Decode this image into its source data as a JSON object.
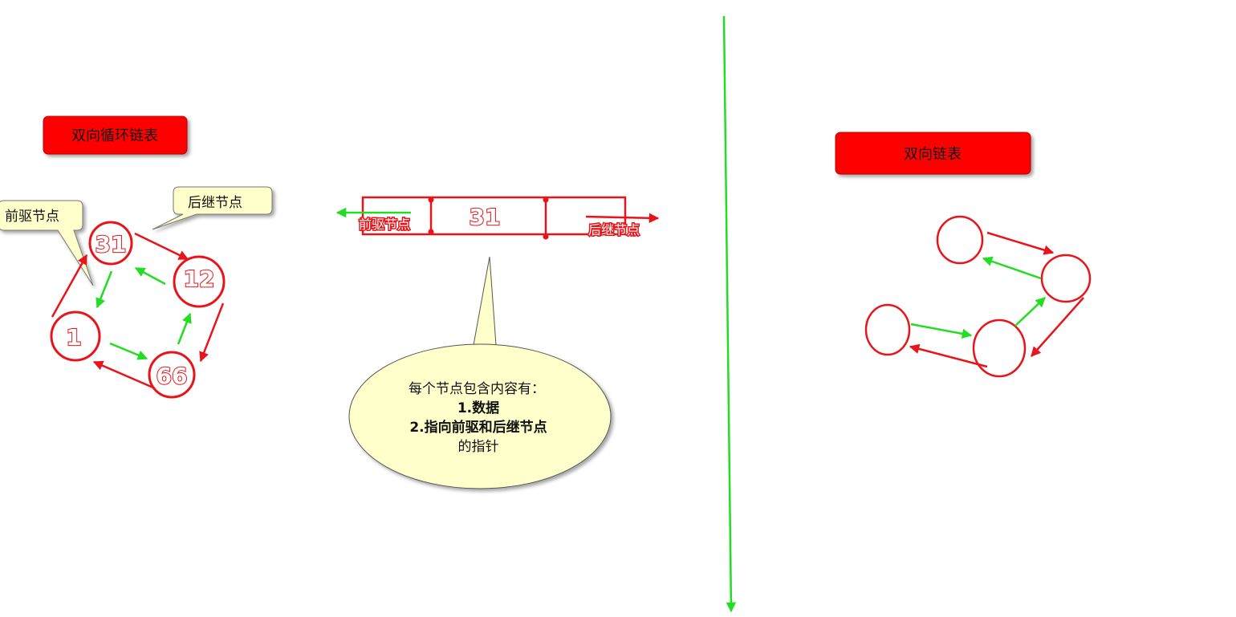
{
  "titles": {
    "circular": "双向循环链表",
    "linear": "双向链表"
  },
  "callouts": {
    "prev": "前驱节点",
    "next": "后继节点"
  },
  "circular_nodes": [
    "31",
    "12",
    "66",
    "1"
  ],
  "node_box": {
    "value": "31",
    "prev_label": "前驱节点",
    "next_label": "后继节点"
  },
  "bubble": {
    "line1": "每个节点包含内容有：",
    "line2": "1.数据",
    "line3": "2.指向前驱和后继节点",
    "line4": "的指针"
  },
  "colors": {
    "red": "#e8141a",
    "green": "#22dd22",
    "title_bg": "#ff0000",
    "callout_bg": "#ffffcc"
  }
}
